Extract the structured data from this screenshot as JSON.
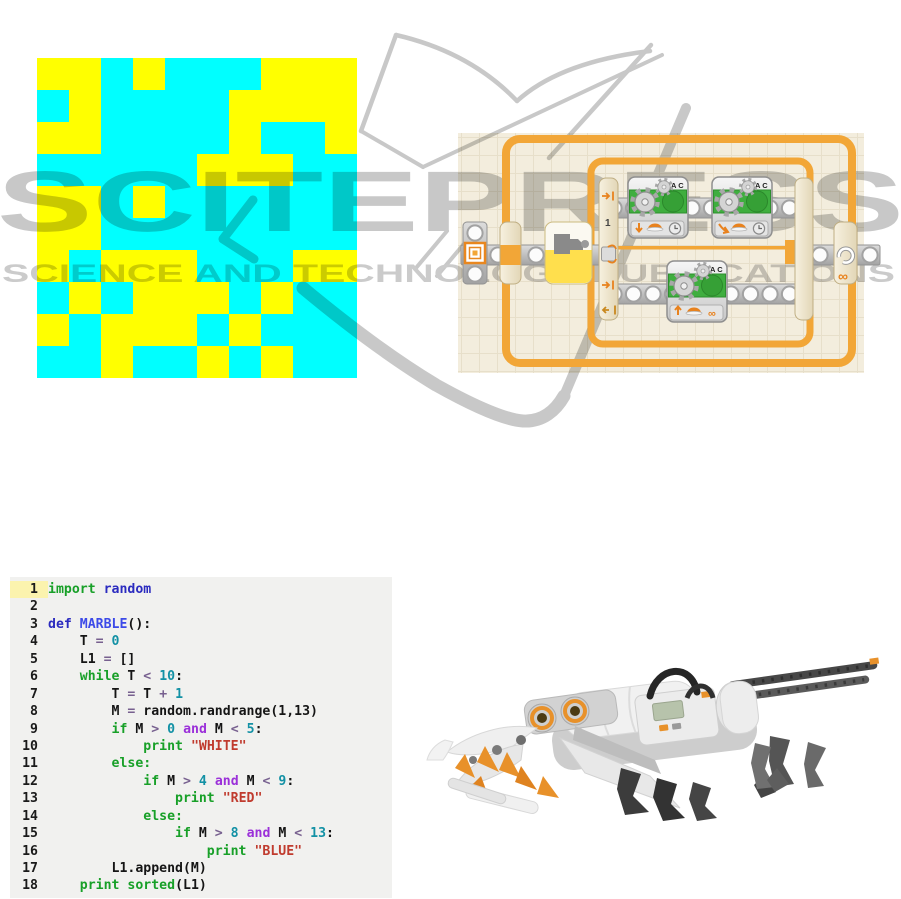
{
  "watermark": {
    "title": "SCITEPRESS",
    "subtitle": "SCIENCE AND TECHNOLOGY PUBLICATIONS",
    "color": "#c8c8c8"
  },
  "marble_grid": {
    "cyan": "#00ffff",
    "yellow": "#ffff00",
    "rows": [
      "YYCYCCCYYY",
      "CYCCCCYYYY",
      "YYCCCCYCCY",
      "CCCCCYYYCC",
      "YYCYCCCCCC",
      "YYCCCCCCCC",
      "YCYYYCCCYY",
      "CYCYYYCYCC",
      "YCYYYCYCCC",
      "CCYCCYCYCC"
    ]
  },
  "nxt_program": {
    "motor_label": "A C",
    "switch_number": "1",
    "loop_infinity": "∞",
    "colors": {
      "orange": "#F2A637",
      "green": "#3FAE3F",
      "canvas": "#F3EDDD"
    }
  },
  "python_code": {
    "lines": [
      {
        "n": "1",
        "hl": true,
        "t": [
          [
            "import",
            "kw"
          ],
          [
            " random",
            "mod"
          ]
        ]
      },
      {
        "n": "2",
        "t": []
      },
      {
        "n": "3",
        "t": [
          [
            "def",
            "def"
          ],
          [
            " ",
            "pl"
          ],
          [
            "MARBLE",
            "fn"
          ],
          [
            "():",
            "pl"
          ]
        ]
      },
      {
        "n": "4",
        "t": [
          [
            "    T ",
            "pl"
          ],
          [
            "=",
            "op"
          ],
          [
            " ",
            "pl"
          ],
          [
            "0",
            "num"
          ]
        ]
      },
      {
        "n": "5",
        "t": [
          [
            "    L1 ",
            "pl"
          ],
          [
            "=",
            "op"
          ],
          [
            " []",
            "pl"
          ]
        ]
      },
      {
        "n": "6",
        "t": [
          [
            "    ",
            "pl"
          ],
          [
            "while",
            "kw"
          ],
          [
            " T ",
            "pl"
          ],
          [
            "<",
            "op"
          ],
          [
            " ",
            "pl"
          ],
          [
            "10",
            "num"
          ],
          [
            ":",
            "pl"
          ]
        ]
      },
      {
        "n": "7",
        "t": [
          [
            "        T ",
            "pl"
          ],
          [
            "=",
            "op"
          ],
          [
            " T ",
            "pl"
          ],
          [
            "+",
            "op"
          ],
          [
            " ",
            "pl"
          ],
          [
            "1",
            "num"
          ]
        ]
      },
      {
        "n": "8",
        "t": [
          [
            "        M ",
            "pl"
          ],
          [
            "=",
            "op"
          ],
          [
            " random.randrange(1,13)",
            "pl"
          ]
        ]
      },
      {
        "n": "9",
        "t": [
          [
            "        ",
            "pl"
          ],
          [
            "if",
            "kw"
          ],
          [
            " M ",
            "pl"
          ],
          [
            ">",
            "op"
          ],
          [
            " ",
            "pl"
          ],
          [
            "0",
            "num"
          ],
          [
            " ",
            "pl"
          ],
          [
            "and",
            "and"
          ],
          [
            " M ",
            "pl"
          ],
          [
            "<",
            "op"
          ],
          [
            " ",
            "pl"
          ],
          [
            "5",
            "num"
          ],
          [
            ":",
            "pl"
          ]
        ]
      },
      {
        "n": "10",
        "t": [
          [
            "            ",
            "pl"
          ],
          [
            "print",
            "kw"
          ],
          [
            " ",
            "pl"
          ],
          [
            "\"WHITE\"",
            "str"
          ]
        ]
      },
      {
        "n": "11",
        "t": [
          [
            "        ",
            "pl"
          ],
          [
            "else:",
            "kw"
          ]
        ]
      },
      {
        "n": "12",
        "t": [
          [
            "            ",
            "pl"
          ],
          [
            "if",
            "kw"
          ],
          [
            " M ",
            "pl"
          ],
          [
            ">",
            "op"
          ],
          [
            " ",
            "pl"
          ],
          [
            "4",
            "num"
          ],
          [
            " ",
            "pl"
          ],
          [
            "and",
            "and"
          ],
          [
            " M ",
            "pl"
          ],
          [
            "<",
            "op"
          ],
          [
            " ",
            "pl"
          ],
          [
            "9",
            "num"
          ],
          [
            ":",
            "pl"
          ]
        ]
      },
      {
        "n": "13",
        "t": [
          [
            "                ",
            "pl"
          ],
          [
            "print",
            "kw"
          ],
          [
            " ",
            "pl"
          ],
          [
            "\"RED\"",
            "str"
          ]
        ]
      },
      {
        "n": "14",
        "t": [
          [
            "            ",
            "pl"
          ],
          [
            "else:",
            "kw"
          ]
        ]
      },
      {
        "n": "15",
        "t": [
          [
            "                ",
            "pl"
          ],
          [
            "if",
            "kw"
          ],
          [
            " M ",
            "pl"
          ],
          [
            ">",
            "op"
          ],
          [
            " ",
            "pl"
          ],
          [
            "8",
            "num"
          ],
          [
            " ",
            "pl"
          ],
          [
            "and",
            "and"
          ],
          [
            " M ",
            "pl"
          ],
          [
            "<",
            "op"
          ],
          [
            " ",
            "pl"
          ],
          [
            "13",
            "num"
          ],
          [
            ":",
            "pl"
          ]
        ]
      },
      {
        "n": "16",
        "t": [
          [
            "                    ",
            "pl"
          ],
          [
            "print",
            "kw"
          ],
          [
            " ",
            "pl"
          ],
          [
            "\"BLUE\"",
            "str"
          ]
        ]
      },
      {
        "n": "17",
        "t": [
          [
            "        L1.append(M)",
            "pl"
          ]
        ]
      },
      {
        "n": "18",
        "t": [
          [
            "    ",
            "pl"
          ],
          [
            "print",
            "kw"
          ],
          [
            " ",
            "pl"
          ],
          [
            "sorted",
            "kw"
          ],
          [
            "(L1)",
            "pl"
          ]
        ]
      }
    ]
  }
}
